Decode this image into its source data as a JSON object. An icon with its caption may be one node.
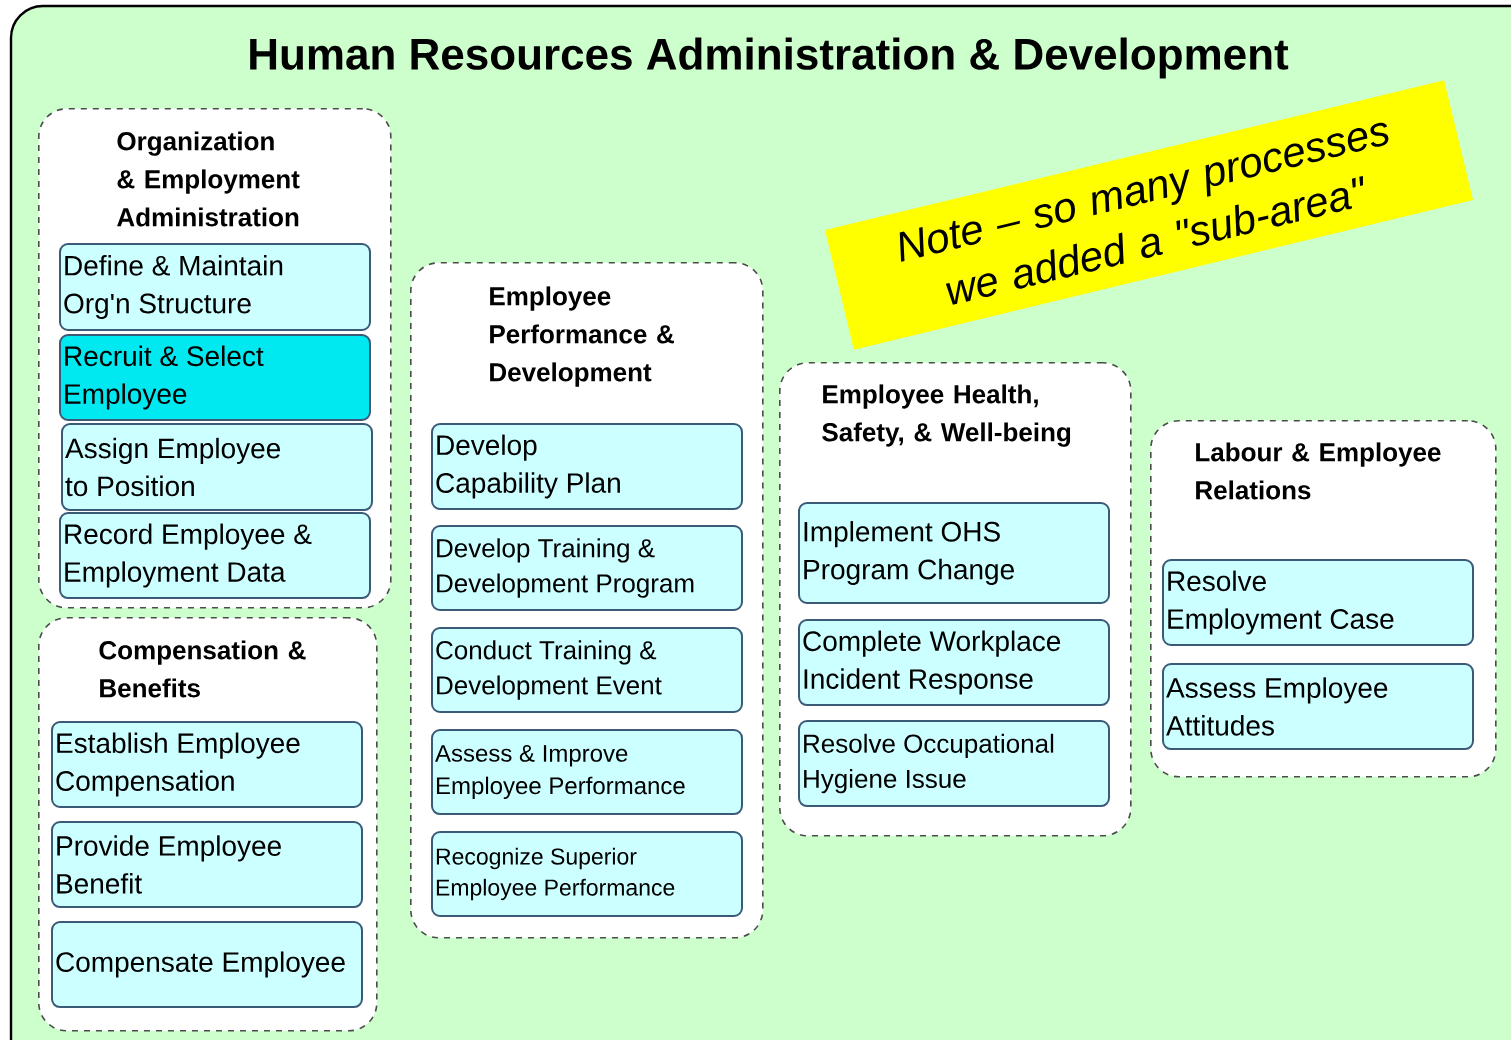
{
  "diagram": {
    "title": "Human Resources Administration  & Development",
    "nodes": [
      {
        "text": [
          "Organization & Employment Administration"
        ]
      },
      {
        "text": [
          "Define & Maintain Org'n Structure"
        ],
        "in": 0
      },
      {
        "text": [
          "Recruit & Select Employee"
        ],
        "in": 0
      },
      {
        "text": [
          "Assign Employee to Position"
        ],
        "in": 0
      },
      {
        "text": [
          "Record Employee & Employment Data"
        ],
        "in": 0
      },
      {
        "text": [
          "Compensation & Benefits"
        ]
      },
      {
        "text": [
          "Establish Employee Compensation"
        ],
        "in": 5
      },
      {
        "text": [
          "Provide Employee Benefit"
        ],
        "in": 5
      },
      {
        "text": [
          "Compensate Employee"
        ],
        "in": 5
      },
      {
        "text": [
          "Employee Performance & Development"
        ]
      },
      {
        "text": [
          "Develop Capability Plan"
        ],
        "in": 9
      },
      {
        "text": [
          "Develop Training & Development Program"
        ],
        "in": 9
      },
      {
        "text": [
          "Conduct Training & Development Event"
        ],
        "in": 9
      },
      {
        "text": [
          "Assess & Improve Employee Performance"
        ],
        "in": 9
      },
      {
        "text": [
          "Recognize Superior Employee Performance"
        ],
        "in": 9
      },
      {
        "text": [
          "Employee Health, Safety, & Well-being"
        ]
      },
      {
        "text": [
          "Implement OHS Program Change"
        ],
        "in": 15
      },
      {
        "text": [
          "Complete Workplace Incident Response"
        ],
        "in": 15
      },
      {
        "text": [
          "Resolve Occupational Hygiene Issue"
        ],
        "in": 15
      },
      {
        "text": [
          "Labour & Employee Relations"
        ]
      },
      {
        "text": [
          "Resolve Employment Case"
        ],
        "in": 19
      },
      {
        "text": [
          "Assess Employee Attitudes"
        ],
        "in": 19
      },
      {
        "text": [
          "Note – so many processes we added a \"sub-area\""
        ]
      }
    ]
  }
}
